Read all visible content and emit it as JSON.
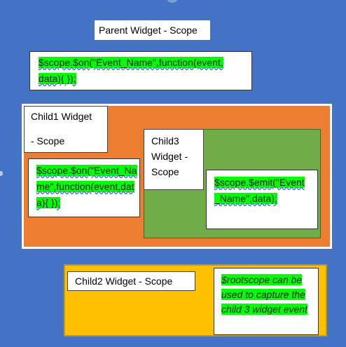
{
  "parent": {
    "title": "Parent Widget - Scope",
    "code": "$scope.$on(\"Event_Name\",function(event, data){ });"
  },
  "child1": {
    "title_line1": "Child1 Widget",
    "title_line2": "- Scope",
    "code": "$scope.$on(\"Event_Name\",function(event,data){ });"
  },
  "child3": {
    "title_line1": "Child3",
    "title_line2": "Widget -",
    "title_line3": "Scope",
    "code": "$scope.$emit(\"Event_Name\",data);"
  },
  "child2": {
    "title": "Child2 Widget - Scope",
    "note": "$rootscope can be used to capture the child 3 widget event"
  },
  "colors": {
    "background": "#4472c4",
    "child1_fill": "#ed7d31",
    "child3_fill": "#70ad47",
    "child2_fill": "#ffc000",
    "highlight": "#00ff00"
  }
}
